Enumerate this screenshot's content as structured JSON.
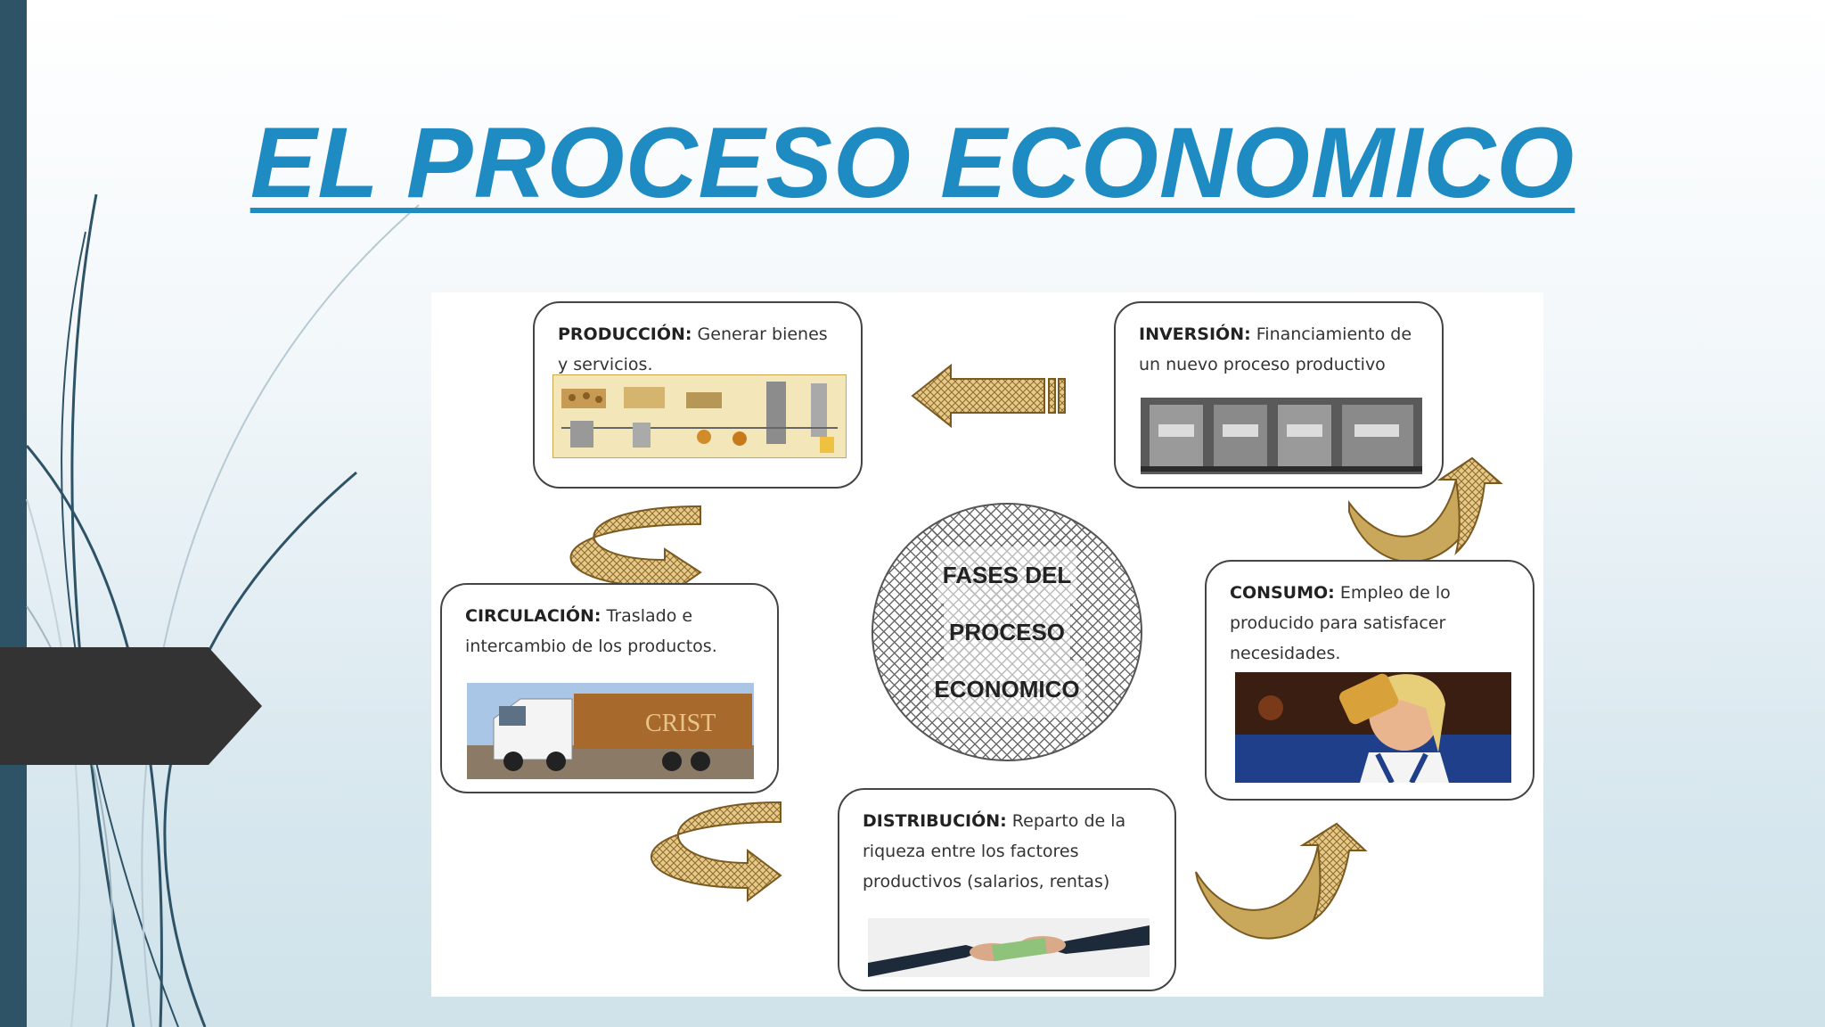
{
  "slide": {
    "title": "EL PROCESO ECONOMICO",
    "accent_color": "#1e8bc3",
    "sidebar_color": "#2e5266"
  },
  "diagram": {
    "center": {
      "line1": "FASES DEL",
      "line2": "PROCESO",
      "line3": "ECONOMICO"
    },
    "phases": [
      {
        "label": "PRODUCCIÓN:",
        "text": " Generar bienes y servicios.",
        "icon": "factory-process-icon"
      },
      {
        "label": "INVERSIÓN:",
        "text": " Financiamiento de un nuevo proceso productivo",
        "icon": "machinery-icon"
      },
      {
        "label": "CIRCULACIÓN:",
        "text": " Traslado e intercambio de los productos.",
        "icon": "truck-icon"
      },
      {
        "label": "CONSUMO:",
        "text": " Empleo de lo producido para satisfacer necesidades.",
        "icon": "drinking-person-icon"
      },
      {
        "label": "DISTRIBUCIÓN:",
        "text": " Reparto de la riqueza entre los factores productivos (salarios, rentas)",
        "icon": "money-handover-icon"
      }
    ],
    "arrow_color": "#c9a85c"
  }
}
